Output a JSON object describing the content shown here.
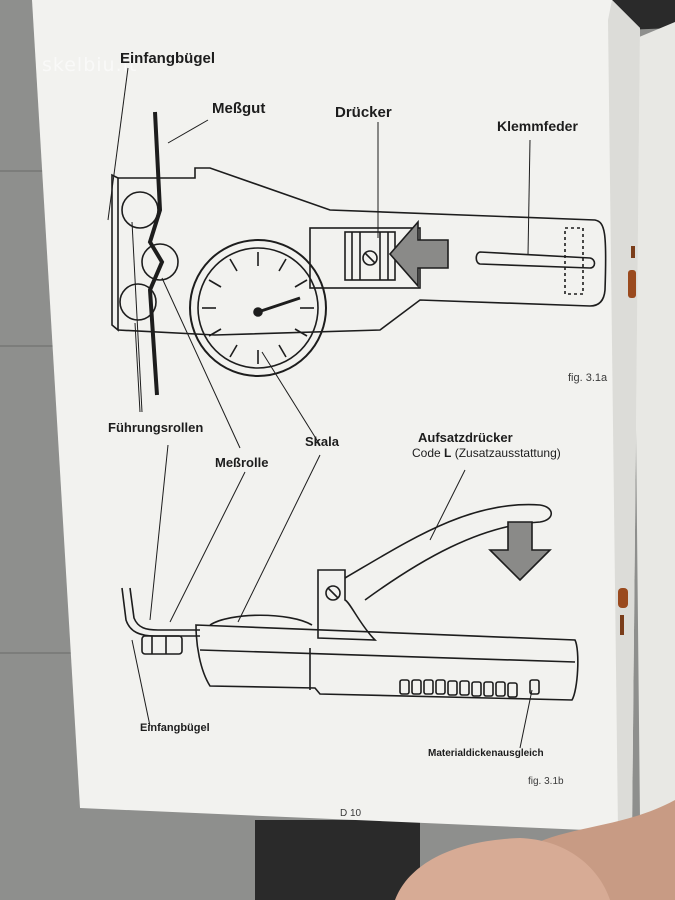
{
  "watermark": {
    "text": "skelbiu.lt"
  },
  "figure_a": {
    "labels": {
      "einfangbuegel_top": "Einfangbügel",
      "messgut": "Meßgut",
      "druecker": "Drücker",
      "klemmfeder": "Klemmfeder",
      "fuehrungsrollen": "Führungsrollen",
      "messrolle": "Meßrolle",
      "skala": "Skala"
    },
    "caption": "fig. 3.1a"
  },
  "figure_b": {
    "labels": {
      "aufsatzdruecker": "Aufsatzdrücker",
      "code_prefix": "Code ",
      "code_letter": "L",
      "code_suffix": " (Zusatzausstattung)",
      "einfangbuegel_bottom": "Einfangbügel",
      "materialdickenausgleich": "Materialdickenausgleich"
    },
    "caption": "fig. 3.1b"
  },
  "page_number": "D 10",
  "colors": {
    "background": "#8e8f8d",
    "paper": "#f1f1ee",
    "ink": "#1d1d1d",
    "arrow_gray": "#8a8a88",
    "rust": "#9a4a1e"
  }
}
